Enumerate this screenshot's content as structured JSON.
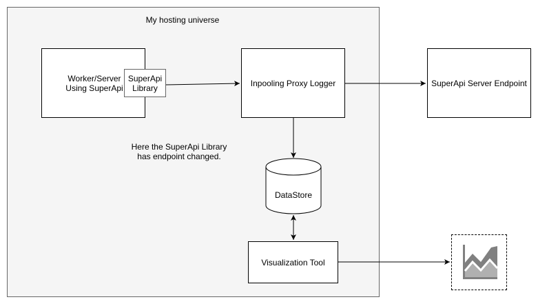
{
  "group": {
    "title": "My hosting universe"
  },
  "nodes": {
    "worker": "Worker/Server\nUsing SuperApi",
    "library": "SuperApi\nLibrary",
    "proxy": "Inpooling Proxy Logger",
    "endpoint": "SuperApi Server Endpoint",
    "datastore": "DataStore",
    "viz": "Visualization Tool"
  },
  "note": "Here the SuperApi Library\nhas endpoint changed.",
  "icons": {
    "chart": "area-chart-icon"
  },
  "colors": {
    "group_fill": "#f5f5f5",
    "group_border": "#666666",
    "icon_gray": "#808080"
  }
}
